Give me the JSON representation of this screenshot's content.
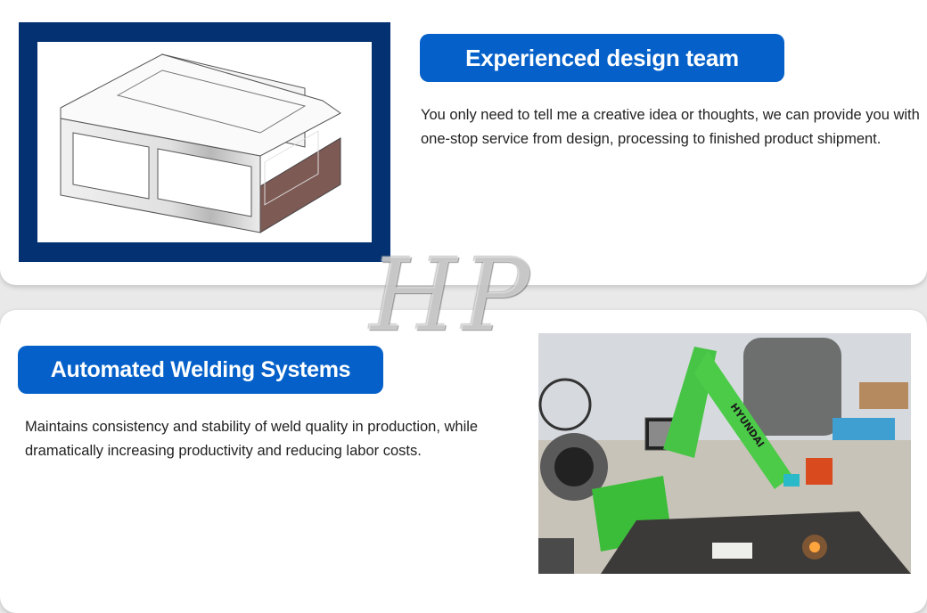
{
  "sections": [
    {
      "title": "Experienced design team",
      "description": "You only need to tell me a creative idea or thoughts, we can provide you with one-stop service from design, processing to finished product shipment.",
      "image": {
        "subject": "sheet-metal-enclosure-illustration",
        "frame_color": "#043171"
      }
    },
    {
      "title": "Automated Welding Systems",
      "description": "Maintains consistency and stability of weld quality in production, while dramatically increasing productivity and reducing labor costs.",
      "image": {
        "subject": "robotic-welding-arm-photo",
        "robot_brand_label": "HYUNDAI"
      }
    }
  ],
  "watermark": {
    "text": "HP"
  },
  "colors": {
    "accent_blue": "#0561c9",
    "frame_navy": "#043171",
    "text": "#222222",
    "background": "#e9e9e9"
  }
}
